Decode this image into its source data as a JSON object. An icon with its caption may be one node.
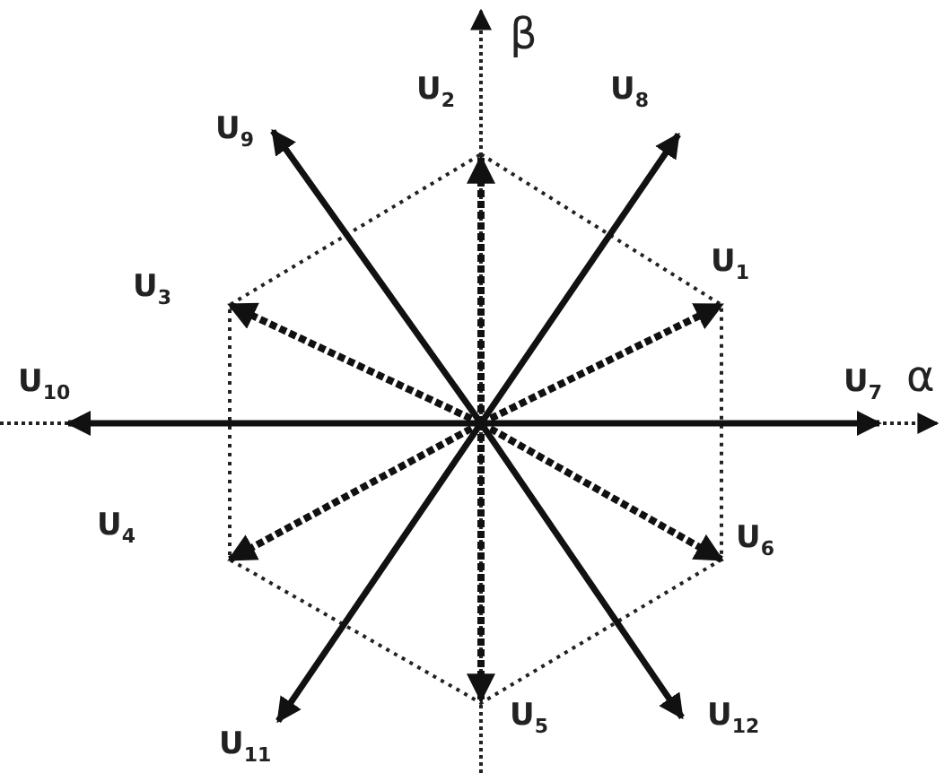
{
  "diagram": {
    "labels": [
      "β",
      "U$_{2}$",
      "U$_{8}$",
      "U$_{9}$",
      "U$_{3}$",
      "U$_{1}$",
      "U$_{10}$",
      "U$_{7}$",
      "α",
      "U$_{4}$",
      "U$_{6}$",
      "U$_{5}$",
      "U$_{12}$",
      "U$_{11}$"
    ]
  }
}
